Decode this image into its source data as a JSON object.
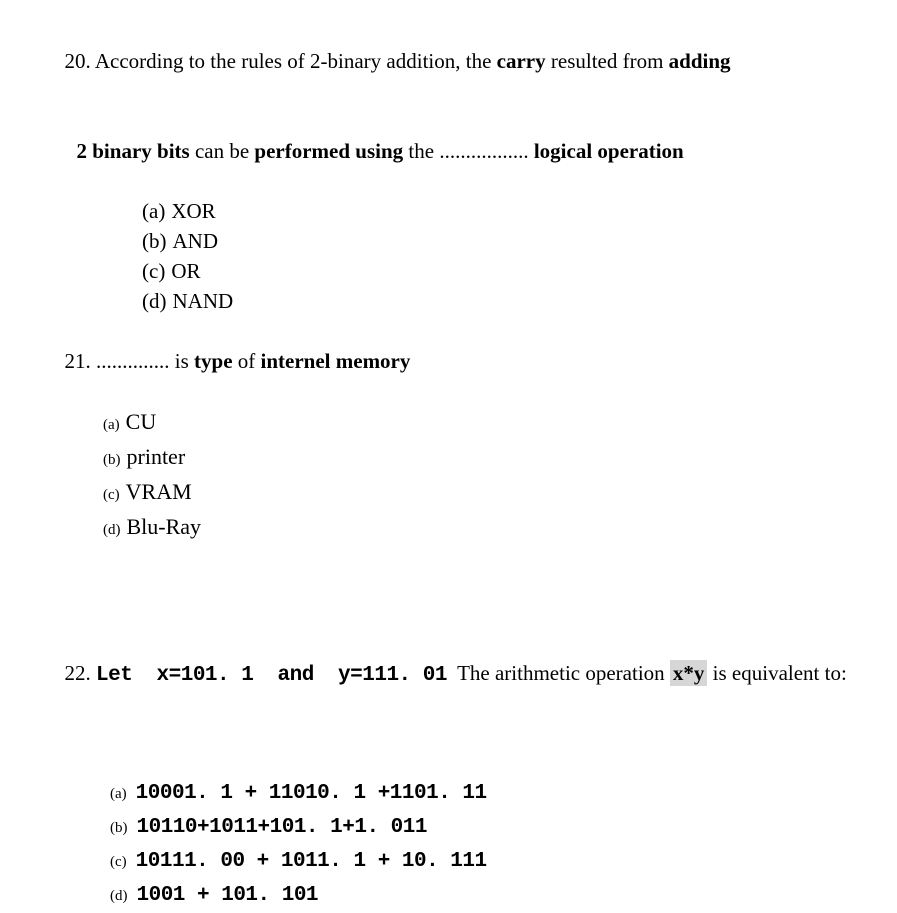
{
  "page": {
    "background": "#ffffff",
    "text_color": "#000000",
    "highlight_color": "#d6d6d6"
  },
  "q20": {
    "number": "20.",
    "stem_line1": [
      {
        "text": " According to the rules of 2-binary addition, the "
      },
      {
        "text": "carry"
      },
      {
        "text": " resulted from "
      },
      {
        "text": "adding"
      }
    ],
    "stem_line2": [
      {
        "text": "2 binary bits"
      },
      {
        "text": " can be "
      },
      {
        "text": "performed using"
      },
      {
        "text": " the ................. "
      },
      {
        "text": "logical operation"
      }
    ],
    "options": [
      {
        "marker": "(a)",
        "label": "XOR"
      },
      {
        "marker": "(b)",
        "label": "AND"
      },
      {
        "marker": "(c)",
        "label": "OR"
      },
      {
        "marker": "(d)",
        "label": "NAND"
      }
    ]
  },
  "q21": {
    "number": "21.",
    "stem": [
      {
        "text": " .............. is "
      },
      {
        "text": "type"
      },
      {
        "text": " of "
      },
      {
        "text": "internel memory"
      }
    ],
    "options": [
      {
        "marker": "(a)",
        "label": "CU"
      },
      {
        "marker": "(b)",
        "label": "printer"
      },
      {
        "marker": "(c)",
        "label": "VRAM"
      },
      {
        "marker": "(d)",
        "label": "Blu-Ray"
      }
    ]
  },
  "q22": {
    "number": "22.",
    "space": " ",
    "let_expression": "Let  x=101. 1  and  y=111. 01",
    "stem_middle": "  The arithmetic operation ",
    "highlighted_expression": "x*y",
    "stem_end": " is equivalent to:",
    "options": [
      {
        "marker": "(a)",
        "label": "10001. 1 + 11010. 1 +1101. 11"
      },
      {
        "marker": "(b)",
        "label": "10110+1011+101. 1+1. 011"
      },
      {
        "marker": "(c)",
        "label": "10111. 00 + 1011. 1 + 10. 111"
      },
      {
        "marker": "(d)",
        "label": "1001 + 101. 101"
      }
    ]
  }
}
